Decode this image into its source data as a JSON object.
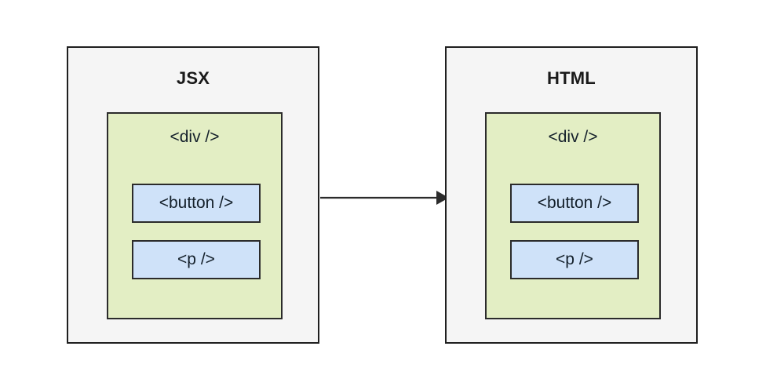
{
  "diagram": {
    "type": "flow",
    "connector": {
      "name": "jsx-to-html-arrow",
      "direction": "left-to-right",
      "style": "solid-line-with-filled-arrowhead",
      "color": "#2b2b2b",
      "label": ""
    },
    "colors": {
      "panel_fill": "#f5f5f5",
      "panel_border": "#1f1f1f",
      "div_fill": "#e3eec4",
      "div_border": "#2b2b2b",
      "child_fill": "#cfe2f9",
      "child_border": "#2b2b2b",
      "text": "#14202b",
      "background": "#ffffff"
    },
    "panels": [
      {
        "id": "jsx",
        "title": "JSX",
        "root": {
          "label": "<div />",
          "children": [
            {
              "label": "<button />"
            },
            {
              "label": "<p />"
            }
          ]
        }
      },
      {
        "id": "html",
        "title": "HTML",
        "root": {
          "label": "<div />",
          "children": [
            {
              "label": "<button />"
            },
            {
              "label": "<p />"
            }
          ]
        }
      }
    ]
  }
}
